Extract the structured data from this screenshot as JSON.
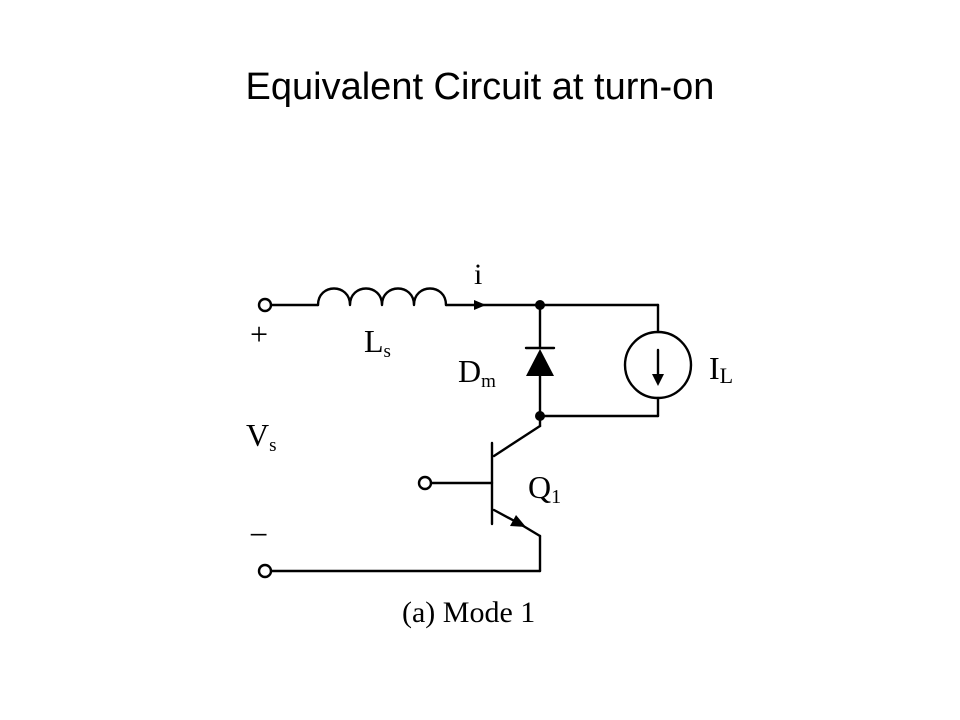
{
  "slide": {
    "title": "Equivalent Circuit at turn-on"
  },
  "circuit": {
    "current_label": "i",
    "inductor": {
      "symbol": "L",
      "subscript": "s"
    },
    "diode": {
      "symbol": "D",
      "subscript": "m"
    },
    "current_source": {
      "symbol": "I",
      "subscript": "L"
    },
    "source_voltage": {
      "symbol": "V",
      "subscript": "s"
    },
    "plus_sign": "+",
    "minus_sign": "−",
    "transistor": {
      "symbol": "Q",
      "subscript": "1"
    },
    "caption": "(a) Mode 1"
  }
}
